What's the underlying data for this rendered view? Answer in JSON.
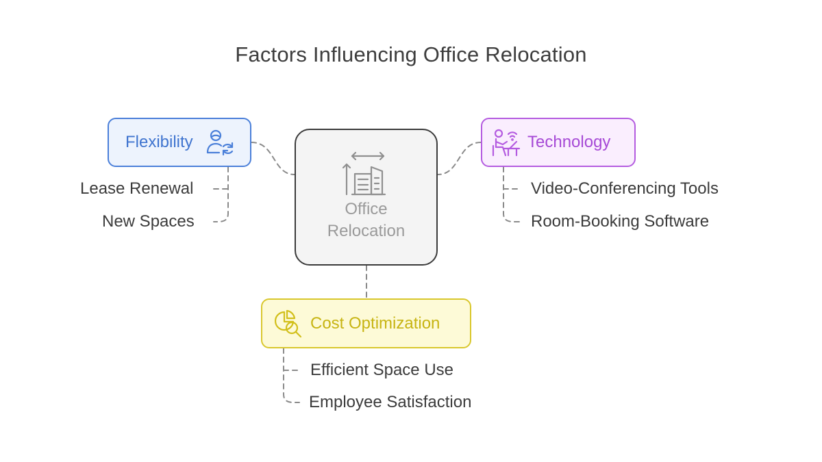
{
  "title": "Factors Influencing Office Relocation",
  "center": {
    "label_line1": "Office",
    "label_line2": "Relocation",
    "icon": "office-building-icon"
  },
  "factors": {
    "flexibility": {
      "label": "Flexibility",
      "icon": "user-sync-icon",
      "items": [
        "Lease Renewal",
        "New Spaces"
      ]
    },
    "technology": {
      "label": "Technology",
      "icon": "person-at-computer-icon",
      "items": [
        "Video-Conferencing Tools",
        "Room-Booking Software"
      ]
    },
    "cost": {
      "label": "Cost Optimization",
      "icon": "chart-search-icon",
      "items": [
        "Efficient Space Use",
        "Employee Satisfaction"
      ]
    }
  },
  "colors": {
    "flexibility": "#4a7fd9",
    "technology": "#b45be0",
    "cost": "#d9c72c",
    "center_border": "#3a3a3a",
    "connector": "#8a8a8a"
  }
}
